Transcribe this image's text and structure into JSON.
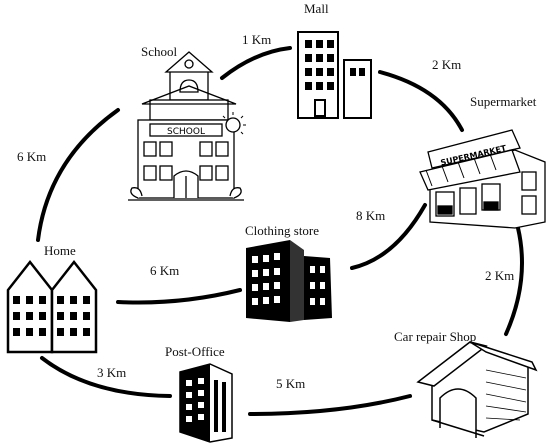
{
  "places": {
    "mall": "Mall",
    "school": "School",
    "supermarket": "Supermarket",
    "home": "Home",
    "clothing_store": "Clothing store",
    "post_office": "Post-Office",
    "car_repair": "Car repair Shop"
  },
  "distances": {
    "school_mall": "1 Km",
    "mall_supermarket": "2 Km",
    "home_school": "6 Km",
    "supermarket_clothing": "8 Km",
    "home_clothing": "6 Km",
    "supermarket_car_repair": "2 Km",
    "home_post_office": "3 Km",
    "post_office_car_repair": "5 Km"
  },
  "supermarket_sign": "SUPERMARKET",
  "school_sign": "SCHOOL"
}
